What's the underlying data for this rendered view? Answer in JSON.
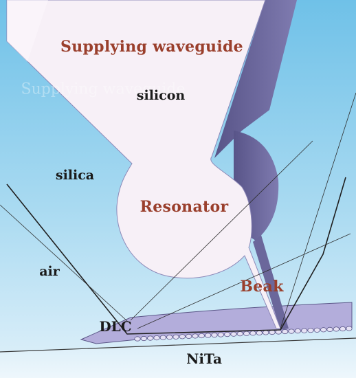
{
  "labels": {
    "supplying_waveguide": "Supplying waveguide",
    "silicon": "silicon",
    "silica": "silica",
    "resonator": "Resonator",
    "air": "air",
    "beak": "Beak",
    "dlc": "DLC",
    "nita": "NiTa"
  },
  "colors": {
    "text_red": "#9a3f2c",
    "text_black": "#1a1a1a",
    "silicon": "#f7eff7",
    "silica_top": "#7cc8ea",
    "silica_bottom": "#d9eef9",
    "shade": "#6e6a9c",
    "dlc": "#b2acd8"
  }
}
